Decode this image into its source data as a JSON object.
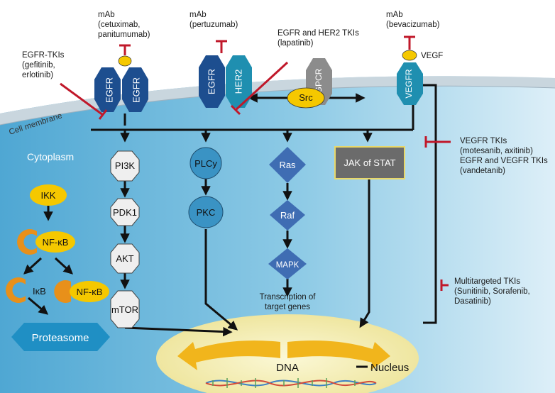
{
  "regions": {
    "cell_membrane": "Cell membrane",
    "cytoplasm": "Cytoplasm",
    "nucleus": "Nucleus",
    "dna": "DNA"
  },
  "receptors": {
    "egfr_left": "EGFR",
    "egfr_right": "EGFR",
    "egfr_pair": "EGFR",
    "her2": "HER2",
    "gpcr": "GPCR",
    "vegfr": "VEGFR",
    "src": "Src",
    "vegf": "VEGF"
  },
  "pathway_nodes": {
    "pi3k": "PI3K",
    "pdk1": "PDK1",
    "akt": "AKT",
    "mtor": "mTOR",
    "plcy": "PLCy",
    "pkc": "PKC",
    "ras": "Ras",
    "raf": "Raf",
    "mapk": "MAPK",
    "jak_stat": "JAK of STAT",
    "transcription": "Transcription of\ntarget genes"
  },
  "nfkb_pathway": {
    "ikk": "IKK",
    "nfkb_complex": "NF-κB",
    "ikb": "IκB",
    "nfkb_free": "NF-κB",
    "proteasome": "Proteasome"
  },
  "inhibitors": {
    "egfr_tkis": "EGFR-TKIs\n(gefitinib,\nerlotinib)",
    "mab_cetuximab": "mAb\n(cetuximab,\npanitumumab)",
    "mab_pertuzumab": "mAb\n(pertuzumab)",
    "egfr_her2_tkis": "EGFR and HER2 TKIs\n(lapatinib)",
    "mab_bevacizumab": "mAb\n(bevacizumab)",
    "vegfr_tkis": "VEGFR TKIs\n(motesanib, axitinib)\nEGFR and VEGFR TKIs\n(vandetanib)",
    "multitargeted_tkis": "Multitargeted TKIs\n(Sunitinib, Sorafenib,\nDasatinib)"
  },
  "colors": {
    "receptor_blue": "#1d4e8f",
    "her2_teal": "#1f8fb0",
    "gpcr_gray": "#8c8c8c",
    "yellow": "#f5c800",
    "orange": "#e8901a",
    "inhibitor_red": "#c0182a",
    "cytoplasm": "#8cc8e4",
    "diamond_blue": "#3f6db3",
    "nucleus_yellow": "#f5efb0"
  }
}
